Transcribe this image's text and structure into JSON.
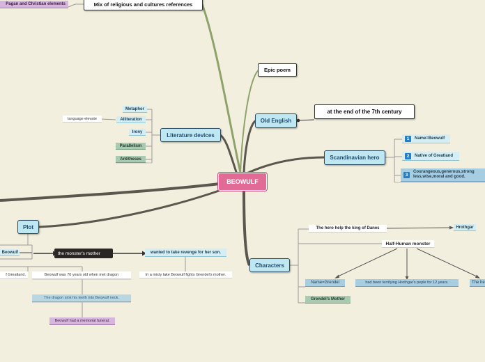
{
  "map": {
    "center": "BEOWULF",
    "branches": {
      "mix": "Mix of religious and cultures references",
      "pagan": "Pagan and Christian elements",
      "epic": "Epic poem",
      "old_english": "Old English",
      "seventh_century": "at the end of the 7th century",
      "scandinavian": "Scandinavian hero",
      "literature": "Literature devices",
      "plot": "Plot",
      "characters": "Characters"
    },
    "hero_facts": [
      {
        "num": "1",
        "text": "Name=Beowulf"
      },
      {
        "num": "2",
        "text": "Native of Greatland"
      },
      {
        "num": "3",
        "text": "Courangeous,generous,strong less,wise,moral and good."
      }
    ],
    "devices": [
      "Metaphor",
      "Alliteration",
      "Irony",
      "Parallelism",
      "Antitheses"
    ],
    "language_elevate": "language elevate",
    "plot_items": {
      "beowulf": "Beowulf",
      "monster_mother": "the monster's mother",
      "revenge": "wanted to take revenge for her son.",
      "greatland": "f Greatland.",
      "seventy": "Beowulf was 70 years old when met dragon",
      "misty_lake": "In a misty lake Beowulf fights Grendel's mother.",
      "dragon": "The dragon sink his teeth into Beowulf neck.",
      "funeral": "Beowulf had a memorial funeral."
    },
    "characters_items": {
      "help": "The hero help the king of Danes",
      "hrothgar": "Hrothgar",
      "half_human": "Half-Human monster",
      "grendel_name": "Name=Grendel",
      "terrifying": "had been terrifying Hrothgar's peple for 12 years.",
      "the_he": "The he",
      "grendels_mother": "Grendel's Mother"
    }
  }
}
